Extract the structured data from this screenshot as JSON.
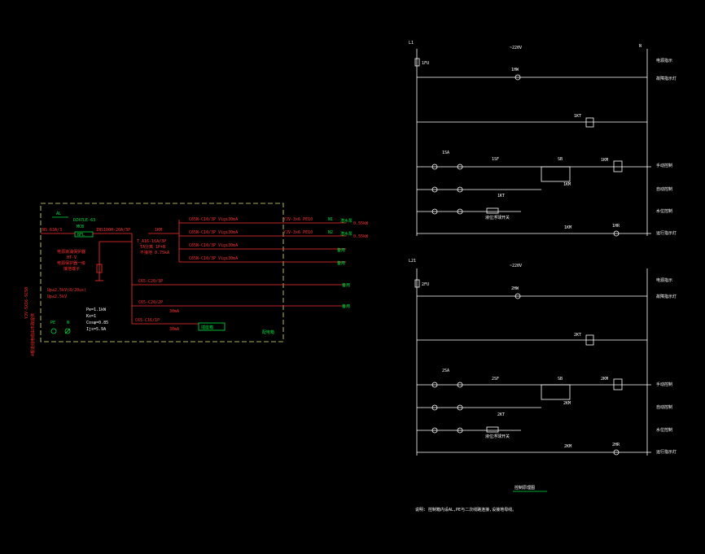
{
  "colors": {
    "background": "#000000",
    "wire": "#ffffff",
    "power": "#ff3030",
    "label": "#00e040",
    "frame": "#e8e870"
  },
  "panel": {
    "name": "AL",
    "breaker_top": "DZ47LE-63",
    "mcb_label": "MCB",
    "incoming_breaker": "NS 63A/3",
    "main_switch": "INS100H-20A/3P",
    "spd_label": "BFL",
    "spd_model": "T_A16-16A/3P",
    "spd_detail1": "TA分离 1P+N",
    "spd_detail2": "不接地 0.75kA",
    "spd_note1": "电源浪涌保护器",
    "spd_note2": "HT-V",
    "spd_note3": "电源保护器一级",
    "spd_note4": "接地端子",
    "cable_in": "YJV-5X16-SC50",
    "cable_in2": "4根进线电缆由市政提供",
    "protection1": "Up≤2.5kV(8/20us)",
    "protection2": "Up≤2.5kV",
    "pe_label": "PE",
    "n_label": "N",
    "ratings": {
      "pe": "Pe=1.1kW",
      "kx": "Kx=1",
      "cos": "Cosφ=0.85",
      "ijs": "Ijs=5.9A"
    },
    "panel_tag": "配电箱",
    "km_label": "1KM",
    "outgoing": [
      {
        "breaker": "C65N-C10/3P Vigi30mA",
        "cable": "YJV-3x6 PE10",
        "id": "N1",
        "dest": "潜水泵",
        "power": "0.55kW"
      },
      {
        "breaker": "C65N-C10/3P Vigi30mA",
        "cable": "YJV-3x6 PE10",
        "id": "N2",
        "dest": "潜水泵",
        "power": "0.55kW"
      },
      {
        "breaker": "C65N-C10/3P Vigi30mA",
        "cable": "",
        "id": "",
        "dest": "备用",
        "power": ""
      },
      {
        "breaker": "C65N-C10/3P Vigi30mA",
        "cable": "",
        "id": "",
        "dest": "备用",
        "power": ""
      },
      {
        "breaker": "C65-C20/3P",
        "rcd": "",
        "cable": "",
        "id": "",
        "dest": "备用",
        "power": ""
      },
      {
        "breaker": "C65-C20/2P",
        "rcd": "30mA",
        "cable": "",
        "id": "",
        "dest": "备用",
        "power": ""
      },
      {
        "breaker": "C65-C16/1P",
        "rcd": "30mA",
        "cable": "",
        "id": "",
        "dest": "",
        "power": ""
      }
    ],
    "socket_box": "插座箱"
  },
  "control": {
    "sections": [
      {
        "phase": "L1",
        "voltage": "~220V",
        "neutral": "N",
        "fuse": "1FU",
        "lamp": "1HW",
        "relay": "1KT",
        "selector": "1SA",
        "sw_auto": "1SF",
        "sw_man": "1KT",
        "float": "液位浮球开关",
        "start": "SB",
        "aux": "1KM",
        "coil": "1KM",
        "run_contact": "1KM",
        "run_lamp": "1HR",
        "labels": [
          "电源指示",
          "故障指示灯",
          "手动控制",
          "自动控制",
          "水位控制",
          "运行指示灯"
        ]
      },
      {
        "phase": "L21",
        "voltage": "~220V",
        "neutral": "",
        "fuse": "2FU",
        "lamp": "2HW",
        "relay": "2KT",
        "selector": "2SA",
        "sw_auto": "2SF",
        "sw_man": "2KT",
        "float": "液位浮球开关",
        "start": "SB",
        "aux": "2KM",
        "coil": "2KM",
        "run_contact": "2KM",
        "run_lamp": "2HR",
        "labels": [
          "电源指示",
          "故障指示灯",
          "手动控制",
          "自动控制",
          "水位控制",
          "运行指示灯"
        ]
      }
    ],
    "title": "控制原理图",
    "note": "说明: 控制箱内设AL,PE与二次线路连接,设接地母线。"
  }
}
